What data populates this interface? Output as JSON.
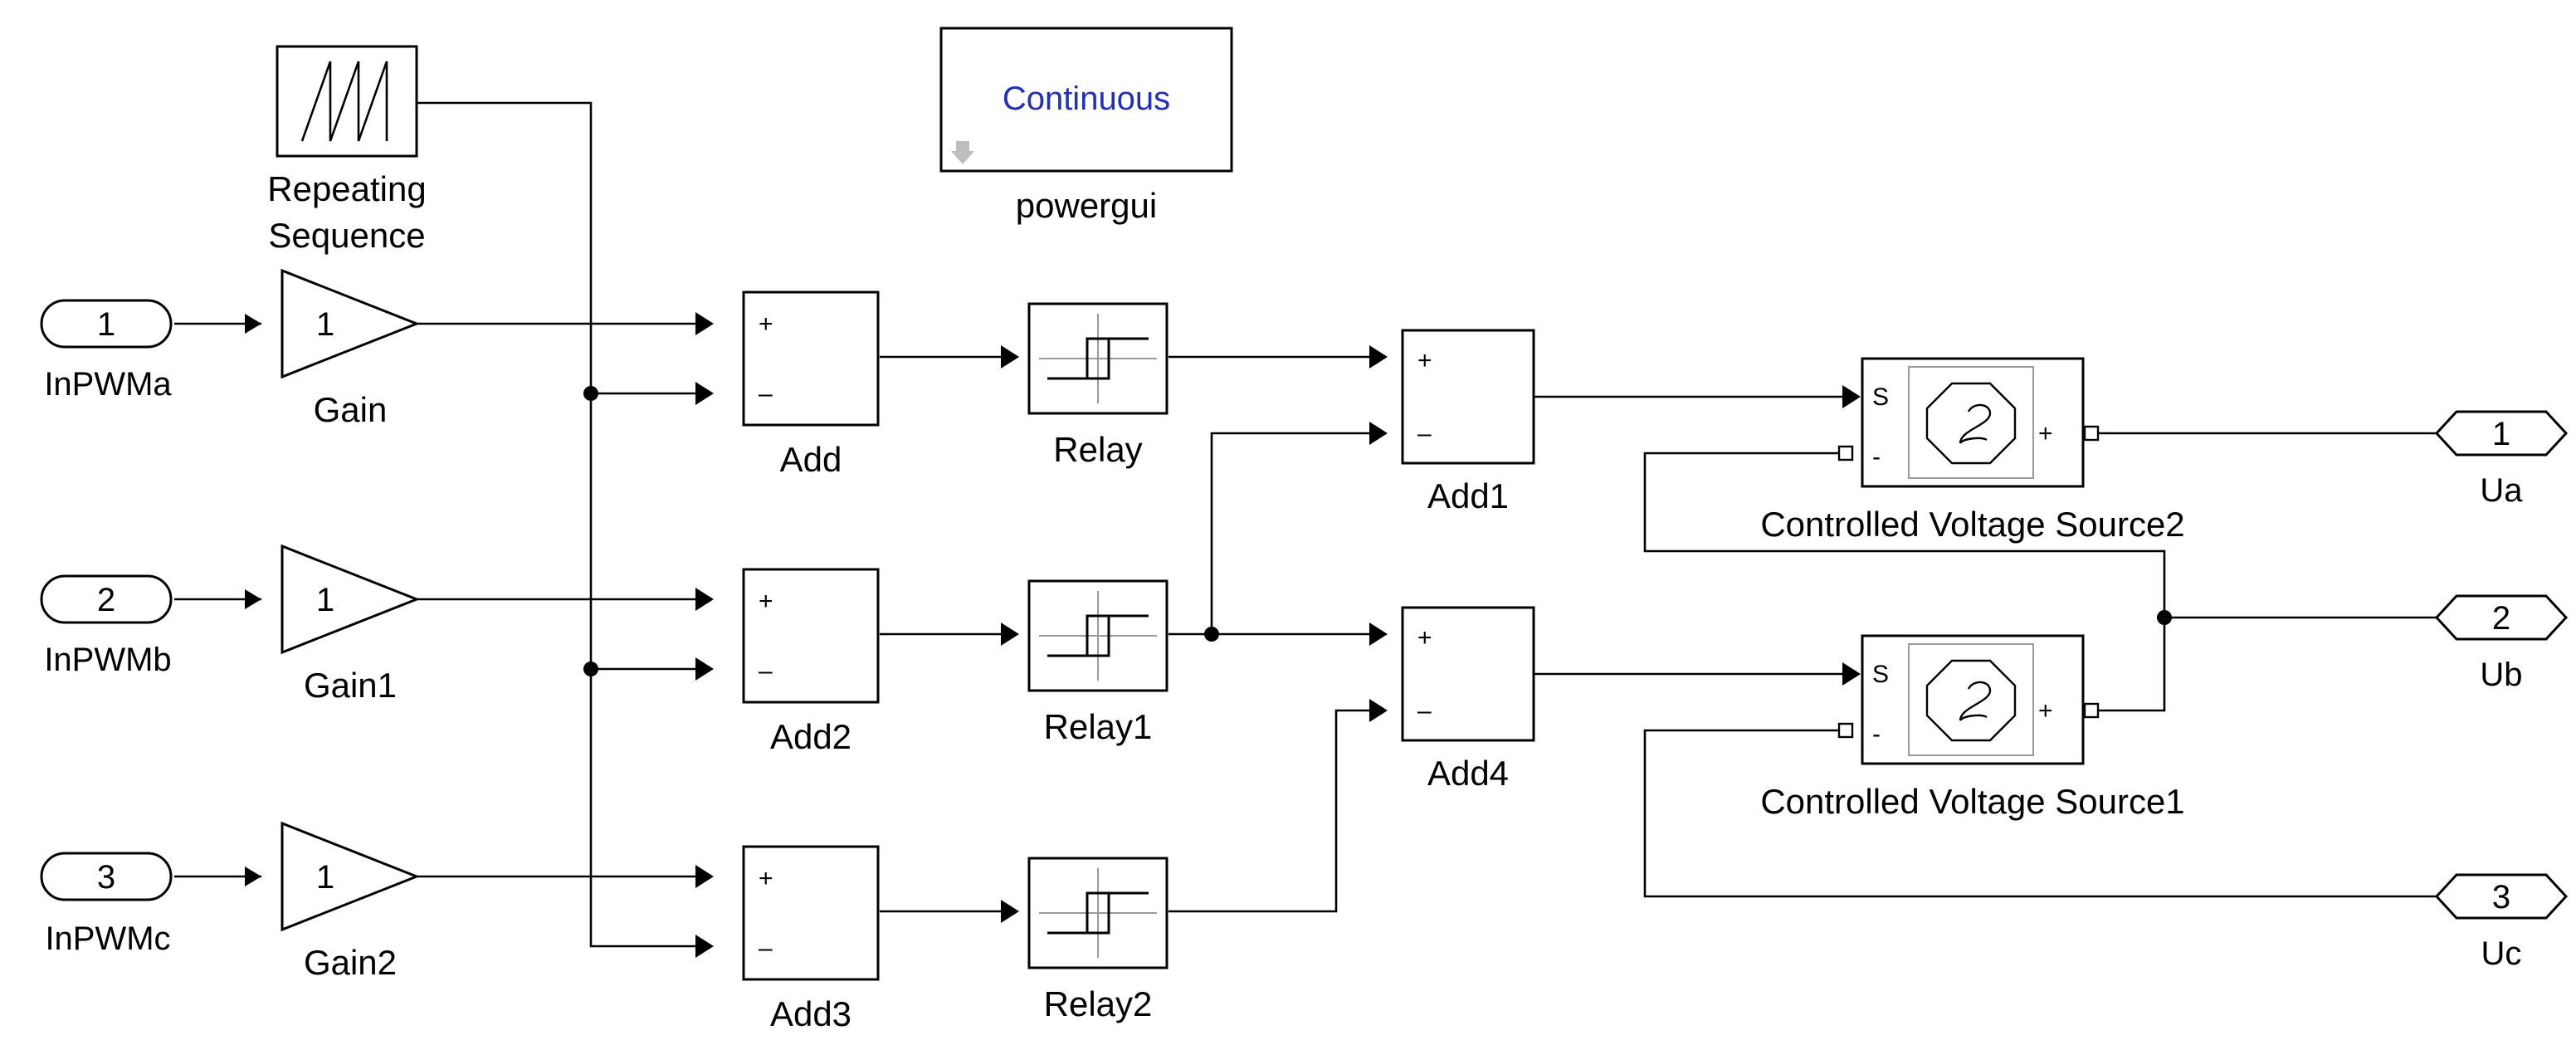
{
  "blocks": {
    "repeating_sequence": {
      "name_line1": "Repeating",
      "name_line2": "Sequence"
    },
    "powergui": {
      "mode": "Continuous",
      "name": "powergui"
    },
    "inports": [
      {
        "number": "1",
        "name": "InPWMa"
      },
      {
        "number": "2",
        "name": "InPWMb"
      },
      {
        "number": "3",
        "name": "InPWMc"
      }
    ],
    "gains": [
      {
        "value": "1",
        "name": "Gain"
      },
      {
        "value": "1",
        "name": "Gain1"
      },
      {
        "value": "1",
        "name": "Gain2"
      }
    ],
    "adders_left": [
      {
        "name": "Add",
        "plus": "+",
        "minus": "–"
      },
      {
        "name": "Add2",
        "plus": "+",
        "minus": "–"
      },
      {
        "name": "Add3",
        "plus": "+",
        "minus": "–"
      }
    ],
    "relays": [
      {
        "name": "Relay"
      },
      {
        "name": "Relay1"
      },
      {
        "name": "Relay2"
      }
    ],
    "adders_right": [
      {
        "name": "Add1",
        "plus": "+",
        "minus": "–"
      },
      {
        "name": "Add4",
        "plus": "+",
        "minus": "–"
      }
    ],
    "sources": [
      {
        "name": "Controlled Voltage Source2",
        "s": "S",
        "plus": "+",
        "minus": "-"
      },
      {
        "name": "Controlled Voltage Source1",
        "s": "S",
        "plus": "+",
        "minus": "-"
      }
    ],
    "outports": [
      {
        "number": "1",
        "name": "Ua"
      },
      {
        "number": "2",
        "name": "Ub"
      },
      {
        "number": "3",
        "name": "Uc"
      }
    ]
  }
}
